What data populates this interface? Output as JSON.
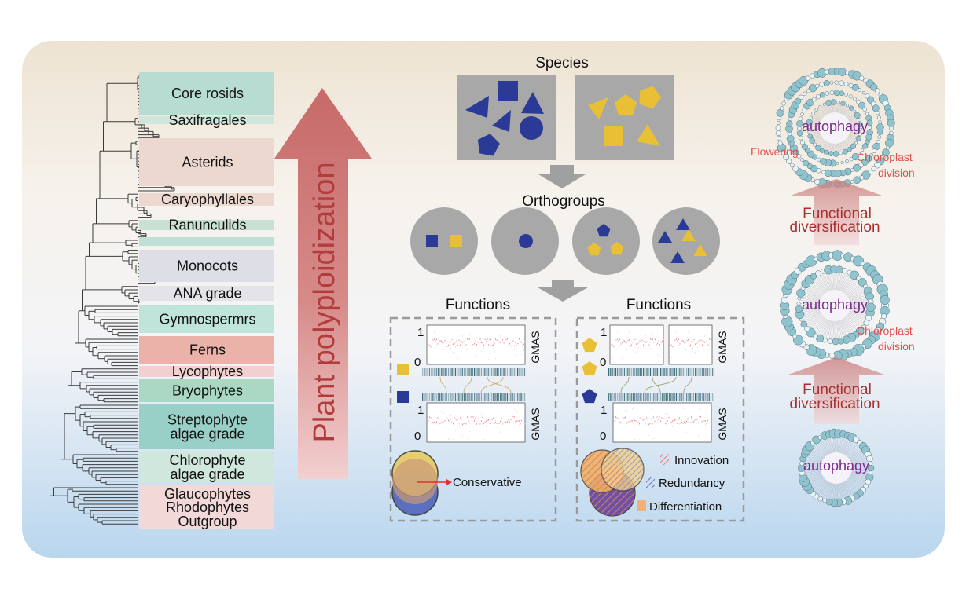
{
  "taxa": [
    {
      "label": "Core rosids",
      "color": "#b7ddd2"
    },
    {
      "label": "Saxifragales",
      "color": "#cfe6dc"
    },
    {
      "label": "Asterids",
      "color": "#ecd8cf"
    },
    {
      "label": "Caryophyllales",
      "color": "#ecd8cf"
    },
    {
      "label": "Ranunculids",
      "color": "#c9e0d3"
    },
    {
      "label": "",
      "color": "#bfe0d5"
    },
    {
      "label": "Monocots",
      "color": "#dedfe6"
    },
    {
      "label": "ANA grade",
      "color": "#e3e3e8"
    },
    {
      "label": "Gymnospermrs",
      "color": "#bfe5da"
    },
    {
      "label": "Ferns",
      "color": "#eab2a9"
    },
    {
      "label": "Lycophytes",
      "color": "#f3cfcf"
    },
    {
      "label": "Bryophytes",
      "color": "#aad8c3"
    },
    {
      "label": "Streptophyte algae grade",
      "line1": "Streptophyte",
      "line2": "algae grade",
      "color": "#98cfc6"
    },
    {
      "label": "Chlorophyte algae grade",
      "line1": "Chlorophyte",
      "line2": "algae grade",
      "color": "#cfe7dc"
    },
    {
      "label": "Glaucophytes",
      "color": "#f3d8d8"
    },
    {
      "label": "Rhodophytes",
      "color": "#f3d8d8"
    },
    {
      "label": "Outgroup",
      "color": "#f3d8d8"
    }
  ],
  "arrow_label": "Plant polyploidization",
  "species_title": "Species",
  "orthogroups_title": "Orthogroups",
  "functions_left_title": "Functions",
  "functions_right_title": "Functions",
  "axis_top": "1",
  "axis_bottom": "0",
  "gmas_label": "GMAS",
  "conservative_label": "Conservative",
  "legend": {
    "innovation": "Innovation",
    "redundancy": "Redundancy",
    "differentiation": "Differentiation"
  },
  "network_center": "autophagy",
  "net_labels": {
    "flowering": "Flowering",
    "chloroplast": "Chloroplast",
    "division": "division"
  },
  "functional_1": "Functional",
  "functional_2": "diversification",
  "colors": {
    "blue": "#2b3a97",
    "yellow": "#e8bf35",
    "arrow": "#c9706f",
    "tree": "#3a3a3a",
    "node": "#8fc4cf"
  },
  "icons": [
    "triangle-icon",
    "square-icon",
    "circle-icon",
    "pentagon-icon"
  ]
}
